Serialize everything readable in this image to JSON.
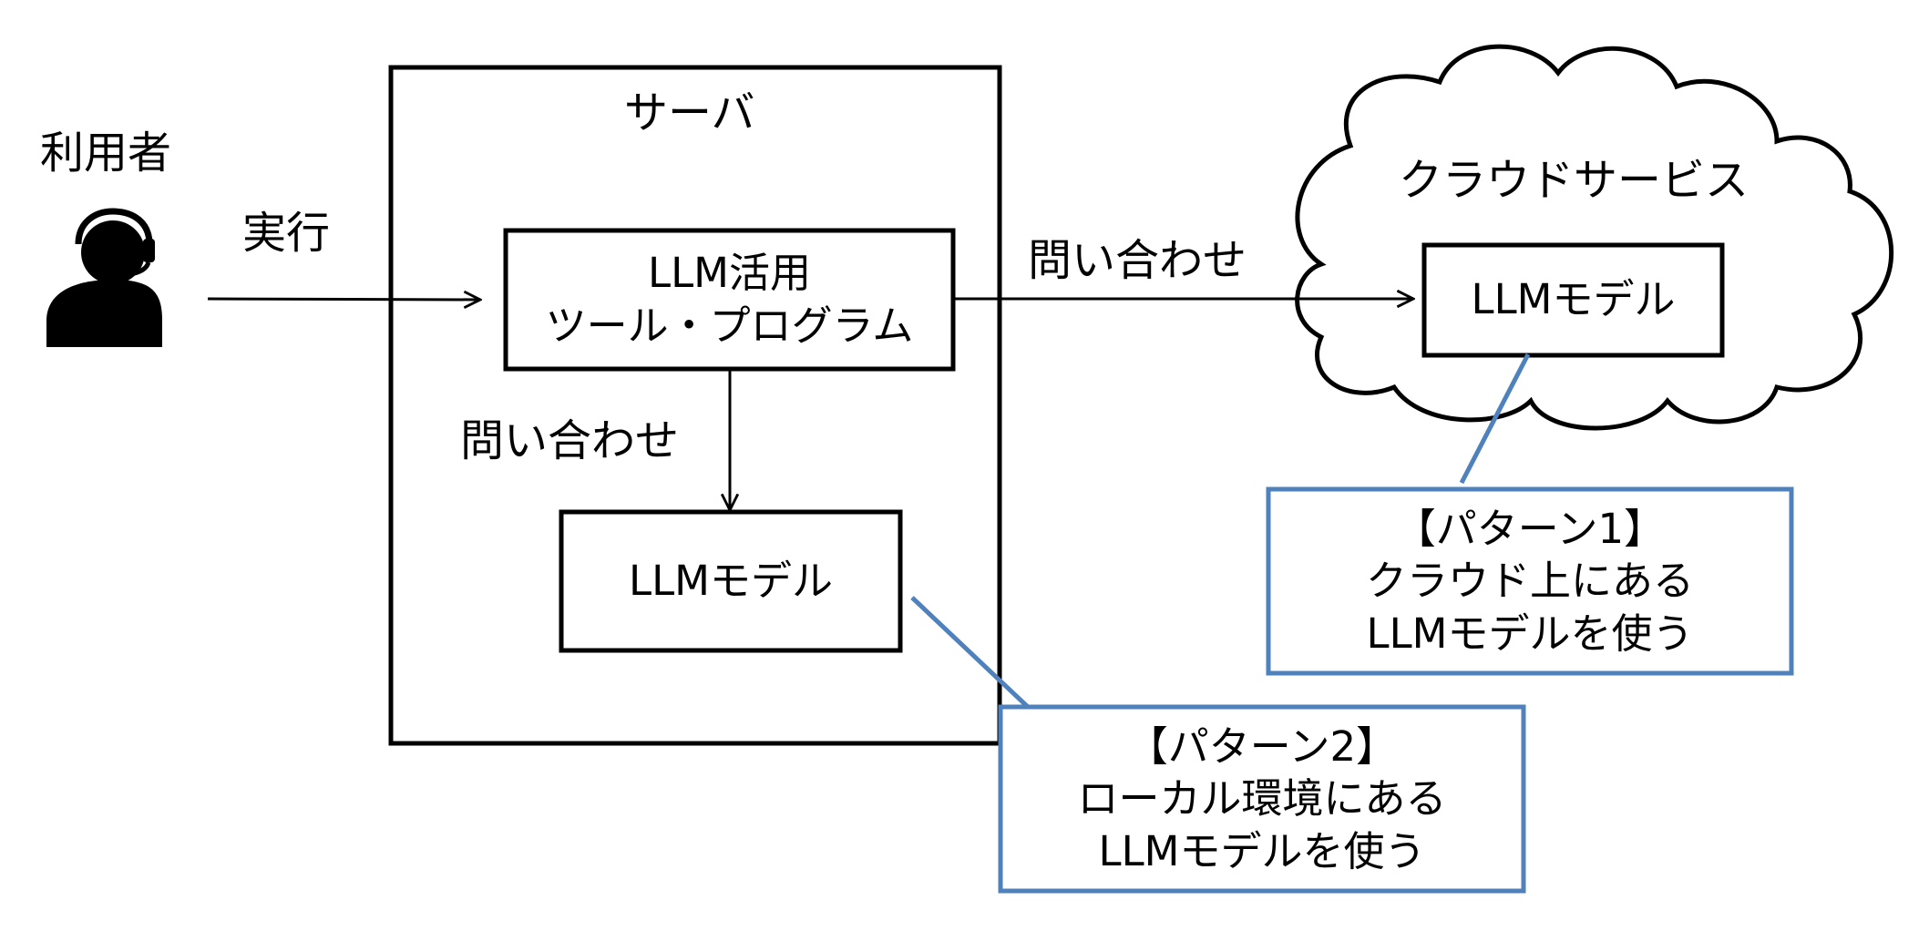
{
  "user": {
    "label": "利用者",
    "icon": "operator-headset-icon"
  },
  "edges": {
    "execute_label": "実行",
    "query_to_cloud_label": "問い合わせ",
    "query_to_local_label": "問い合わせ"
  },
  "server": {
    "label": "サーバ",
    "tool_line1": "LLM活用",
    "tool_line2": "ツール・プログラム",
    "local_model": "LLMモデル"
  },
  "cloud": {
    "label": "クラウドサービス",
    "model": "LLMモデル"
  },
  "pattern1": {
    "title": "【パターン1】",
    "line1": "クラウド上にある",
    "line2": "LLMモデルを使う"
  },
  "pattern2": {
    "title": "【パターン2】",
    "line1": "ローカル環境にある",
    "line2": "LLMモデルを使う"
  },
  "colors": {
    "stroke": "#000000",
    "callout": "#4f81bd"
  }
}
